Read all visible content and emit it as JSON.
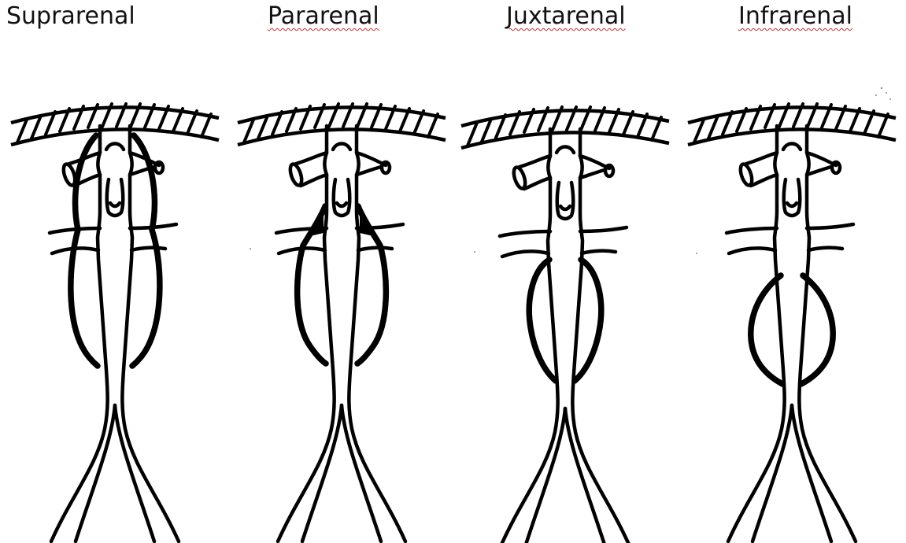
{
  "panels": [
    {
      "label": "Suprarenal",
      "spellcheck_marked": false
    },
    {
      "label": "Pararenal",
      "spellcheck_marked": true
    },
    {
      "label": "Juxtarenal",
      "spellcheck_marked": true
    },
    {
      "label": "Infrarenal",
      "spellcheck_marked": true
    }
  ],
  "colors": {
    "ink": "#000000",
    "background": "#ffffff",
    "spellcheck_underline": "#d22c2c"
  }
}
